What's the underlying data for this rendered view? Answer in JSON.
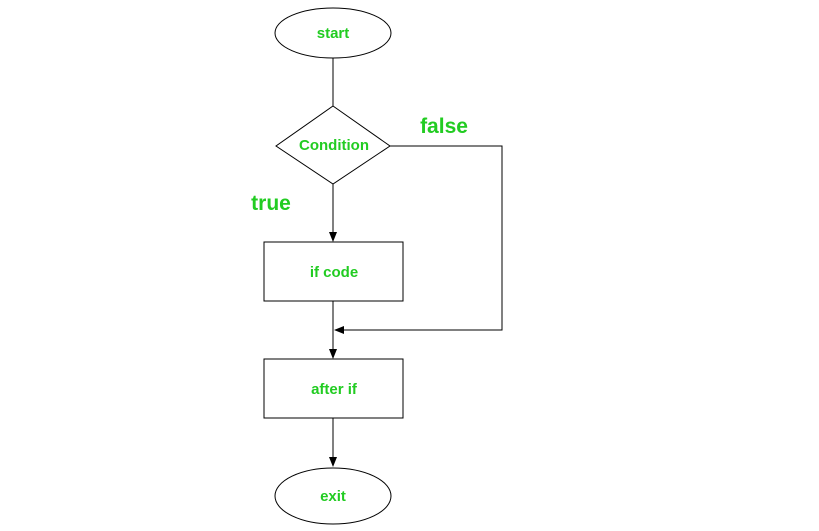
{
  "colors": {
    "label": "#22cc22",
    "line": "#000000",
    "background": "#ffffff"
  },
  "nodes": {
    "start": "start",
    "condition": "Condition",
    "if_code": "if code",
    "after_if": "after if",
    "exit": "exit"
  },
  "branches": {
    "true": "true",
    "false": "false"
  }
}
